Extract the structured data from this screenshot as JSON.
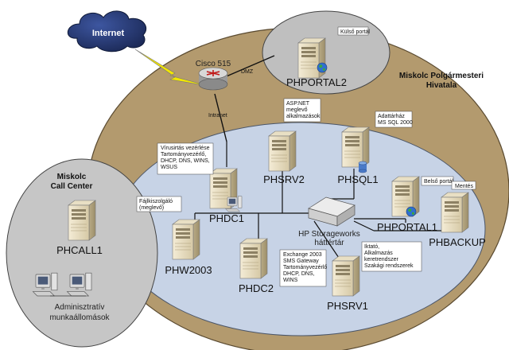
{
  "internet": {
    "label": "Internet"
  },
  "router": {
    "label": "Cisco 515",
    "dmz_label": "DMZ",
    "intranet_label": "Intranet"
  },
  "main_site": {
    "title_line1": "Miskolc Polgármesteri",
    "title_line2": "Hivatala"
  },
  "dmz_zone": {
    "server": {
      "name": "PHPORTAL2",
      "note": "Külső portál"
    }
  },
  "call_center": {
    "title_line1": "Miskolc",
    "title_line2": "Call Center",
    "server": {
      "name": "PHCALL1"
    },
    "workstations_line1": "Adminisztratív",
    "workstations_line2": "munkaállomások"
  },
  "servers": {
    "phsrv2": {
      "name": "PHSRV2",
      "note": [
        "ASP.NET",
        "meglevő",
        "alkalmazások"
      ]
    },
    "phsql1": {
      "name": "PHSQL1",
      "note": [
        "Adattárház",
        "MS SQL 2000"
      ]
    },
    "phportal1": {
      "name": "PHPORTAL1",
      "note": [
        "Belső portál"
      ]
    },
    "phbackup": {
      "name": "PHBACKUP",
      "note": [
        "Mentés"
      ]
    },
    "phdc1": {
      "name": "PHDC1",
      "note": [
        "Vírusirtás vezérlése",
        "Tartományvezérlő,",
        "DHCP, DNS, WINS,",
        "WSUS"
      ]
    },
    "phw2003": {
      "name": "PHW2003",
      "note": [
        "Fájlkiszolgáló",
        "(meglevő)"
      ]
    },
    "phdc2": {
      "name": "PHDC2",
      "note": [
        "Exchange 2003",
        "SMS Gateway",
        "Tartományvezérlő",
        "DHCP, DNS,",
        "WINS"
      ]
    },
    "phsrv1": {
      "name": "PHSRV1",
      "note": [
        "Iktató,",
        "Alkalmazás",
        "keretrendszer",
        "Szakági rendszerek"
      ]
    }
  },
  "storage": {
    "line1": "HP Storageworks",
    "line2": "háttértár"
  },
  "colors": {
    "main_zone": "#b39a6e",
    "lan_zone": "#c7d3e6",
    "dmz_zone": "#bfbfbf",
    "call_center_zone": "#c6c6c6",
    "internet_cloud": "#2c3f78",
    "link_bolt": "#f2e600"
  }
}
